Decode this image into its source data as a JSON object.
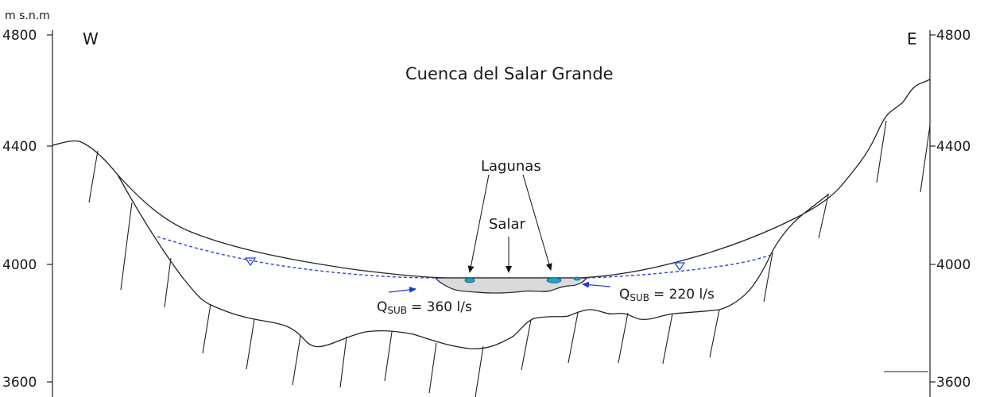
{
  "diagram": {
    "axis_unit": "m s.n.m",
    "left_ticks": [
      "4800",
      "4400",
      "4000",
      "3600"
    ],
    "right_ticks": [
      "4800",
      "4400",
      "4000",
      "3600"
    ],
    "west": "W",
    "east": "E",
    "title": "Cuenca del Salar Grande",
    "lagunas": "Lagunas",
    "salar": "Salar",
    "flow_left": {
      "q": "Q",
      "sub": "SUB",
      "value": "= 360 l/s"
    },
    "flow_right": {
      "q": "Q",
      "sub": "SUB",
      "value": "= 220 l/s"
    },
    "colors": {
      "outline": "#222222",
      "water_table": "#2b45d6",
      "salar_fill": "#d9dadc",
      "laguna_fill": "#1fa3c8",
      "flow_arrow": "#1c3bd1"
    }
  }
}
